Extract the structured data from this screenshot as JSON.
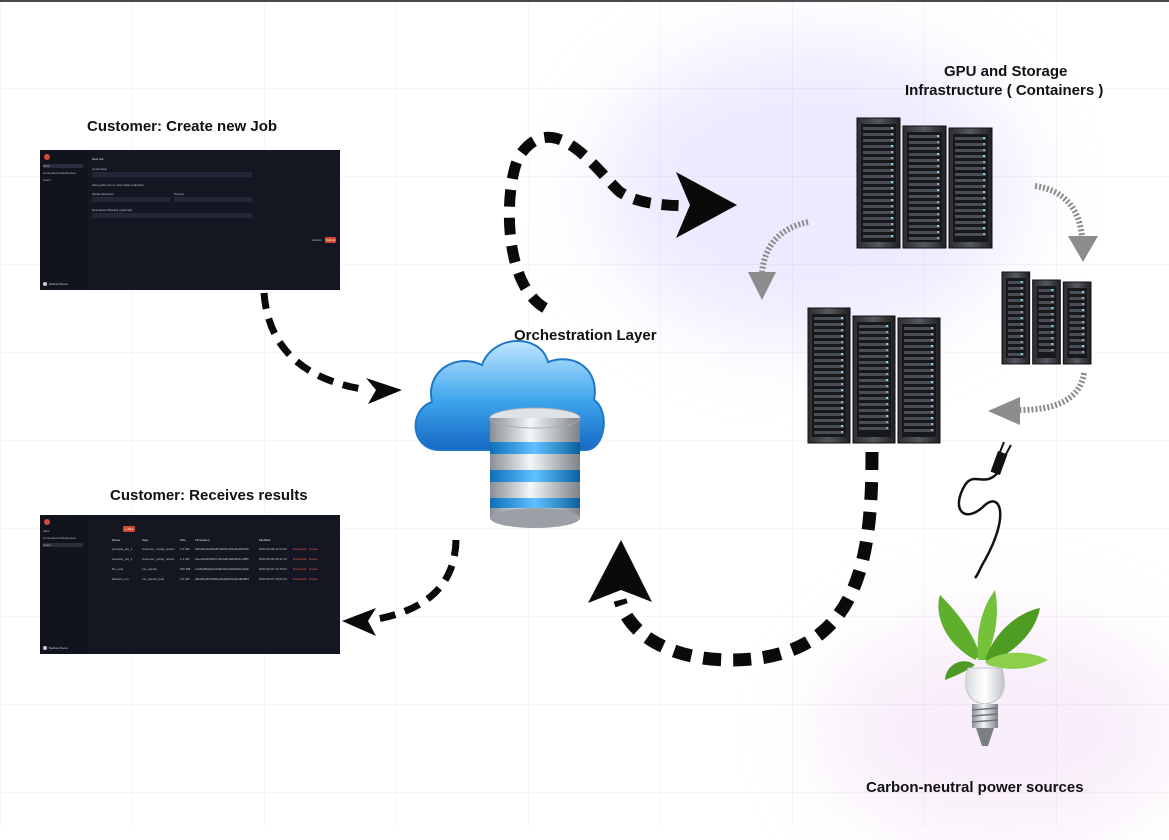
{
  "labels": {
    "create_job": "Customer:  Create new Job",
    "receives_results": "Customer: Receives results",
    "orchestration": "Orchestration Layer",
    "gpu_line1": "GPU and Storage",
    "gpu_line2": "Infrastructure ( Containers )",
    "power": "Carbon-neutral power sources"
  },
  "create_job_screen": {
    "nav": [
      "Jobs",
      "Connected Infrastructure",
      "Users"
    ],
    "title": "New Job",
    "fields": [
      "Connection",
      "Model (Generic)",
      "Prompt",
      "Description/Pipeline (optional)"
    ],
    "checkbox": "Along with one or more data endpoints",
    "cancel": "Cancel",
    "submit": "Submit",
    "user": "Nathan Moore"
  },
  "results_screen": {
    "nav": [
      "Jobs",
      "Connected Infrastructure",
      "Users"
    ],
    "new_button": "+ Add",
    "columns": [
      "Name",
      "Tags",
      "Size",
      "Timestamp",
      "Modified"
    ],
    "rows": [
      [
        "example_job_1",
        "customer_model_output",
        "1.0 GB",
        "a3f1b9e4c0d2e8f7a6b5c4d3e2f1a0b9c8",
        "2023-06-08 11:12:32"
      ],
      [
        "example_job_2",
        "customer_model_output",
        "1.4 GB",
        "b2e4c8d1f3a5b7c9e0d2f4a6b8c0e1d3f5",
        "2023-06-08 09:41:10"
      ],
      [
        "llm_eval",
        "run_results",
        "560 MB",
        "c4d6e8f0a2b4c6d8e0f2a4b6c8d0e2f4a6",
        "2023-06-07 22:15:03"
      ],
      [
        "finetune_run",
        "run_results_final",
        "2.0 GB",
        "d8e0f2a4b6c8d0e2f4a6b8c0d2e4f6a8b0",
        "2023-06-07 18:02:44"
      ]
    ],
    "row_actions": [
      "Download",
      "Delete"
    ],
    "user": "Nathan Moore"
  },
  "colors": {
    "arrow": "#0a0a0a",
    "loop_arrow": "#8c8c8c",
    "app_bg": "#141722",
    "accent": "#d4472f"
  },
  "icons": [
    "cloud-database-icon",
    "server-rack-icon",
    "power-plug-icon",
    "eco-lightbulb-icon"
  ]
}
